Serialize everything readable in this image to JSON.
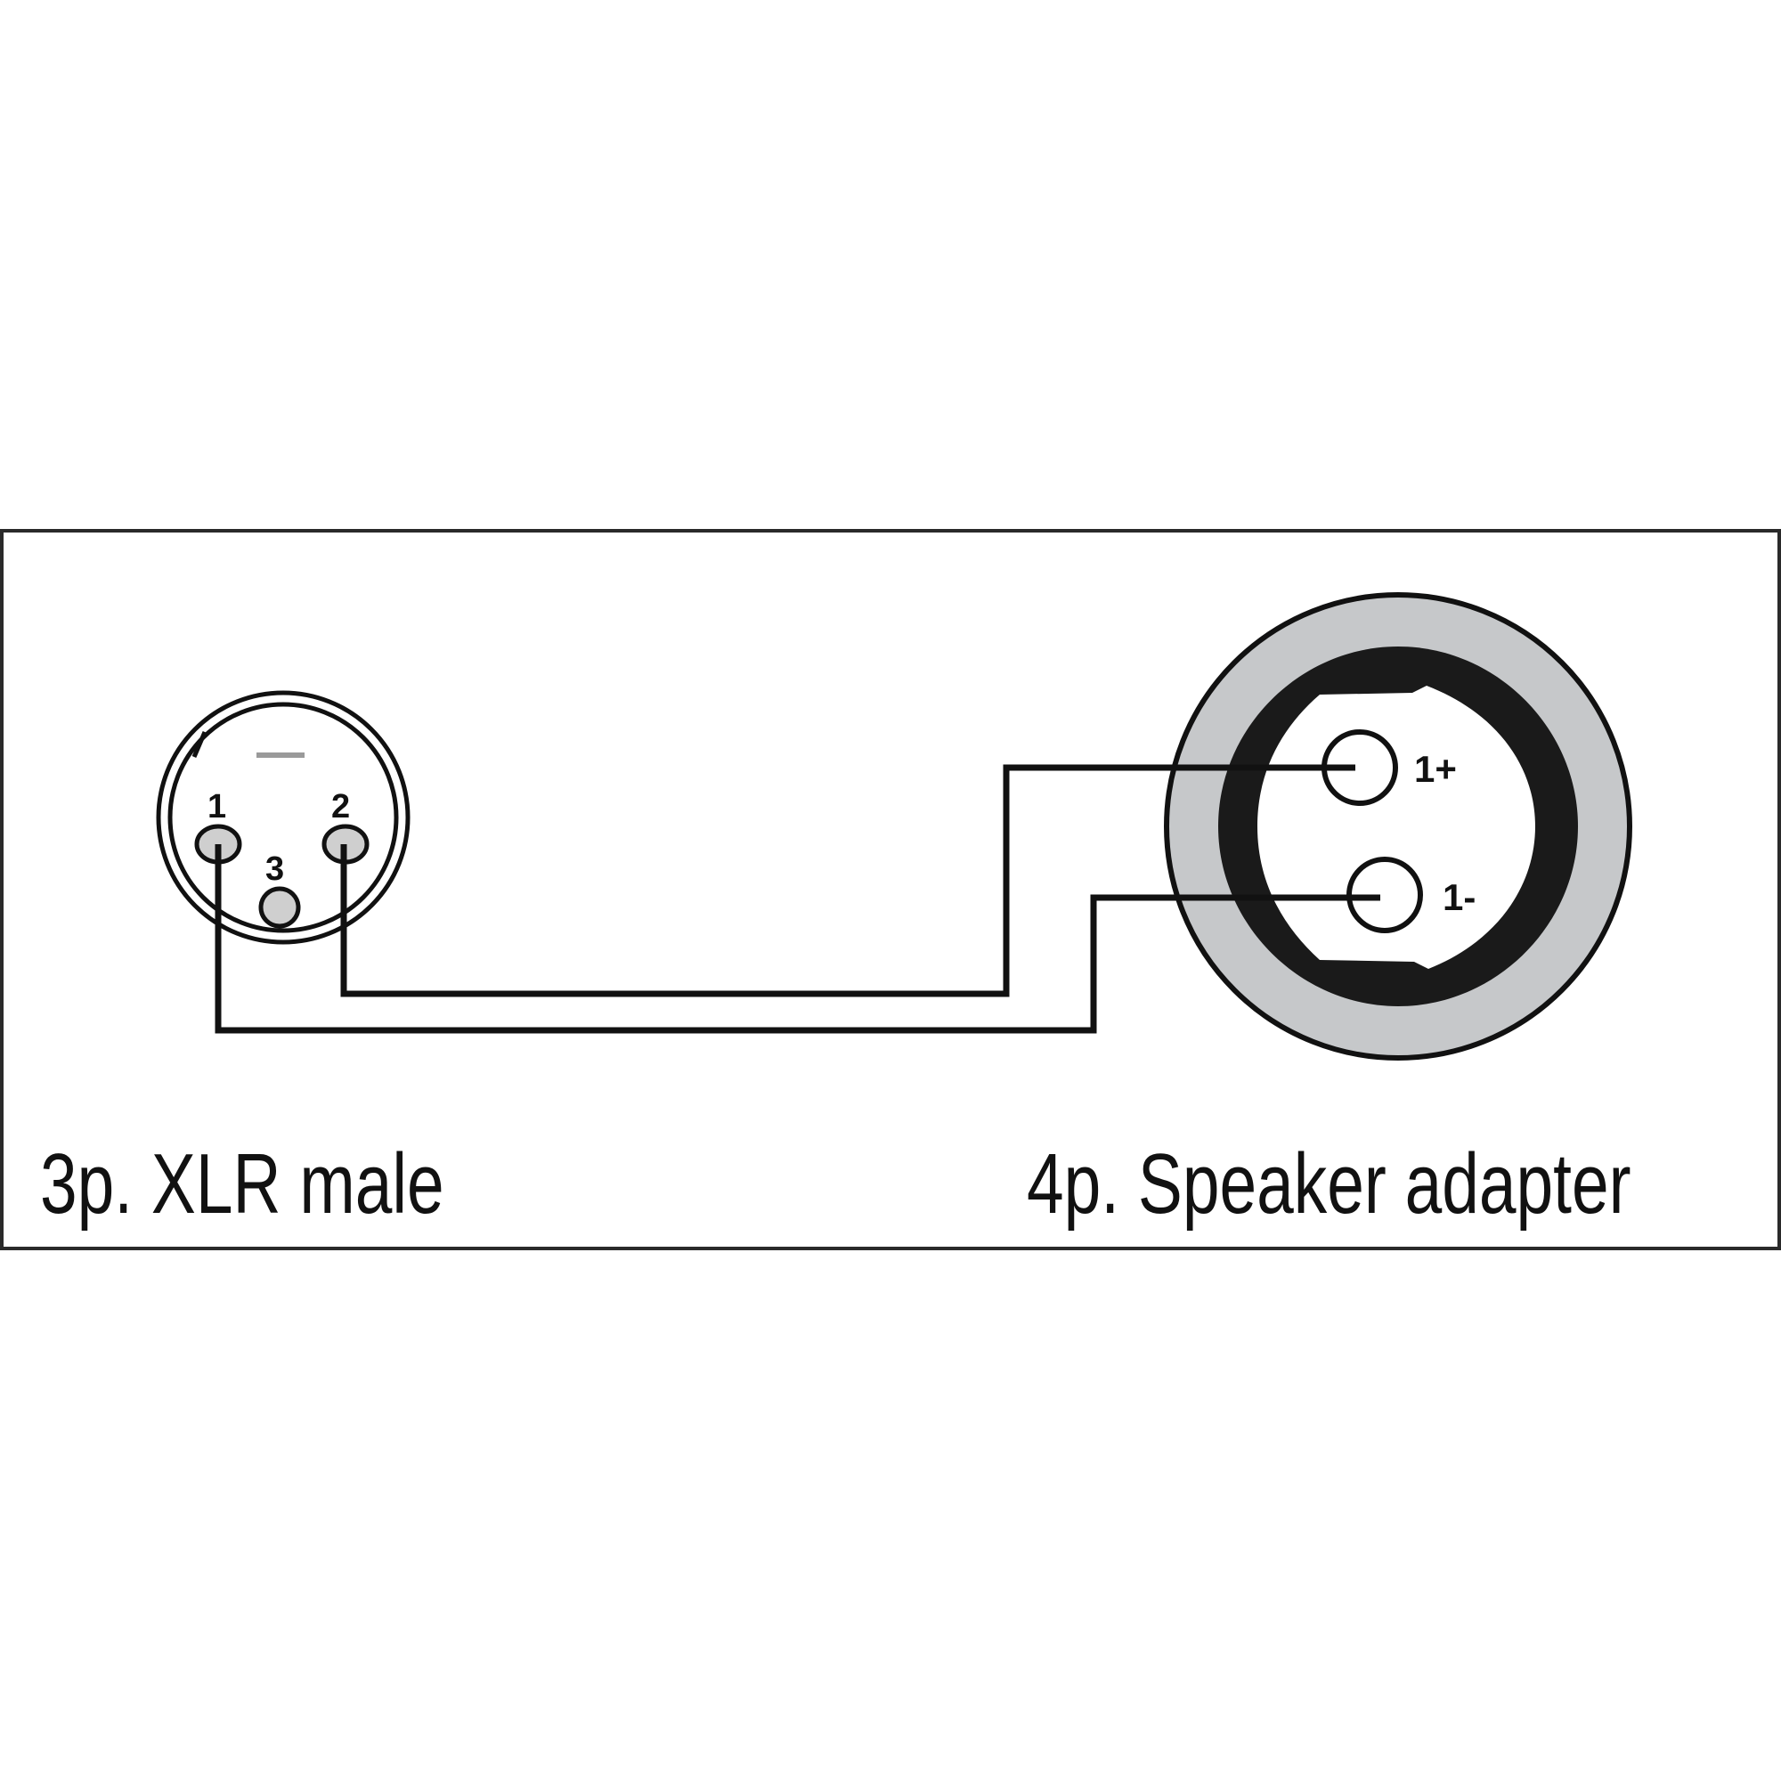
{
  "diagram": {
    "type": "wiring-diagram",
    "left_connector": {
      "caption": "3p. XLR male",
      "pins": [
        {
          "label": "1",
          "wired": true
        },
        {
          "label": "2",
          "wired": true
        },
        {
          "label": "3",
          "wired": false
        }
      ]
    },
    "right_connector": {
      "caption": "4p. Speaker adapter",
      "pins": [
        {
          "label": "1+"
        },
        {
          "label": "1-"
        }
      ]
    },
    "connections": [
      {
        "from": "1",
        "to": "1-"
      },
      {
        "from": "2",
        "to": "1+"
      }
    ],
    "colors": {
      "line": "#111111",
      "ring_gray": "#c6c8ca",
      "pin_fill": "#d0d0d0",
      "frame": "#2a2a2a",
      "background": "#ffffff"
    }
  }
}
